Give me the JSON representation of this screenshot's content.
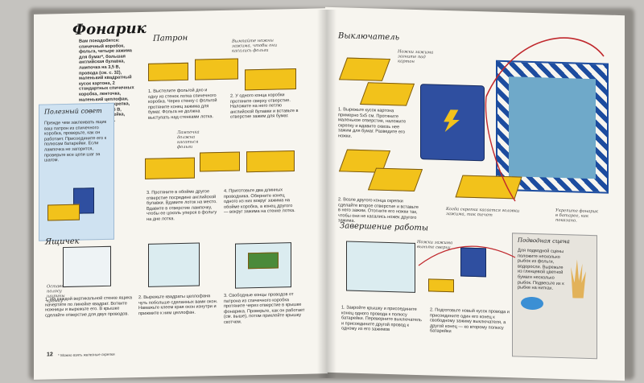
{
  "left_page": {
    "title": "Фонарик",
    "intro": "Вам понадобятся: спичечный коробок, фольга, четыре зажима для бумаг*, большая английская булавка, лампочка на 3,5 В, провода (см. с. 32), маленький квадратный кусок картона, 2 стандартных спичечных коробка, ленточка, маленький цеплофан, канцелярская скрепка, батарейка на 4,5 В, пластилин, линейка, ножницы, скотч.",
    "section_patron": "Патрон",
    "hint_patron": "Вымпайте ножны зажима, чтобы они касались фольги",
    "step1": "1. Выстелите фольгой дно и одну из стенок лотка спичечного коробка. Через стенку с фольгой протяните конец зажима для бумаг. Фольга не должна выступать над стенками лотка.",
    "step2": "2. У одного конца коробки протяните сверху отверстие. Наложите на него петлю английской булавки и вставьте в отверстие зажим для бумаг.",
    "hint_bulb": "Лампочка должна касаться фольги",
    "step3": "3. Протяните в обойме другое отверстие посредине английской булавки. Вдавите лоток на место. Вдавите в отверстие лампочку, чтобы ее цоколь уперся в фольгу на дне лотка.",
    "step4": "4. Приготовьте два длинных проводника. Оберните конец одного из них вокруг зажима на обойме коробка, а конец другого — вокруг зажима на стенке лотка.",
    "tip_title": "Полезный совет",
    "tip_text": "Прежде чем заклеивать ящик ваш патрон из спичечного коробка, проверьте, как он работает. Присоедините его к полюсам батарейки. Если лампочка не загорится, проверьте все цепи шаг за шагом.",
    "section_box": "Ящичек",
    "hint_box": "Оставьте полосу ширины кромку",
    "box1": "1. На каждой вертикальной стенке ящика начертите по линейке квадрат. Вотките ножницы и вырежьте его. В крышке сделайте отверстие для двух проводов.",
    "box2": "2. Вырежьте квадраты целлофана чуть побольше сделанных вами окон. Намажьте клеем края окон изнутри и прижмите к ним целлофан.",
    "box3": "3. Свободные концы проводов от патрона из спичечного коробка протяните через отверстие в крышке фонарика. Проверьте, как он работает (см. выше), потом приклейте крышку скотчем.",
    "page_number": "12",
    "footnote": "* Можно взять железные скрепки"
  },
  "right_page": {
    "section_switch": "Выключатель",
    "hint_switch": "Ножки зажима загните под картон",
    "sw1": "1. Вырежьте кусок картона примерно 5х5 см. Протяните маленькое отверстие, наложите скрепку и вдавите сквозь нее зажим для бумаг. Разведите его ножки.",
    "sw2": "2. Возле другого конца скрепки сделайте второе отверстие и вставьте в него зажим. Отогните его ножки так, чтобы они не касались ножек другого зажима.",
    "hint_clip": "Когда скрепка касается головки зажима, ток течет",
    "hint_lamp": "Укрепите фонарик в батарее, как показано.",
    "section_finish": "Завершение работы",
    "hint_finish": "Ножки зажима выньте сверху",
    "fin1": "1. Закройте крышку и присоедините конец одного провода к полюсу батарейки. Переверните выключатель и присоедините другой провод к одному из его зажимов",
    "fin2": "2. Подготовьте новый кусок провода и присоедините один его конец к свободному зажиму выключателя, а другой конец — ко второму полюсу батарейки",
    "underwater_title": "Подводная сцена",
    "underwater_text": "Для подводной сцены положите несколько рыбок из фольги, водоросли. Вырежьте из глянцевой цветной бумаги несколько рыбок. Подвесьте их к рыбке на нитках."
  },
  "colors": {
    "page": "#f7f5ef",
    "tip_bg": "#cfe2f1",
    "match_yellow": "#f2c21b",
    "battery_blue": "#2f4fa0",
    "wire_red": "#c0282d"
  }
}
